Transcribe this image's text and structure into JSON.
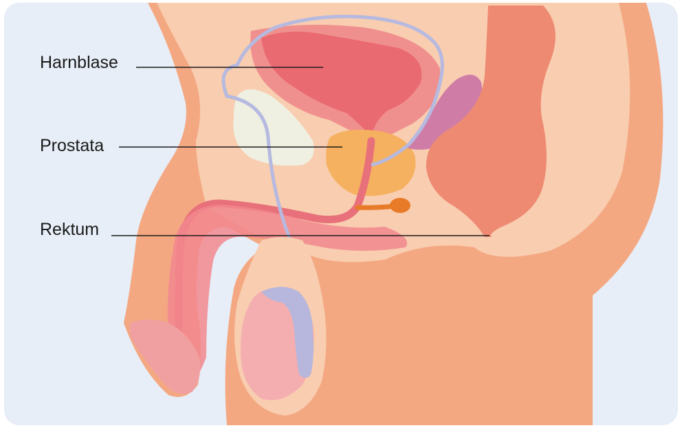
{
  "labels": [
    {
      "key": "harnblase",
      "text": "Harnblase"
    },
    {
      "key": "prostata",
      "text": "Prostata"
    },
    {
      "key": "rektum",
      "text": "Rektum"
    }
  ],
  "colors": {
    "background_panel": "#e7eef7",
    "skin_outer": "#f4a882",
    "skin_inner": "#f8cdb0",
    "bladder": "#f0908e",
    "bladder_inner": "#ea6a72",
    "prostate": "#f5b15f",
    "rectum": "#ee8a72",
    "vas_deferens": "#b6b9e0",
    "seminal_vesicle": "#cf7da6",
    "gland": "#e87b28",
    "testis": "#f4aeb0",
    "epididymis": "#b7b6dc",
    "pubic_bone": "#eff0e2"
  }
}
